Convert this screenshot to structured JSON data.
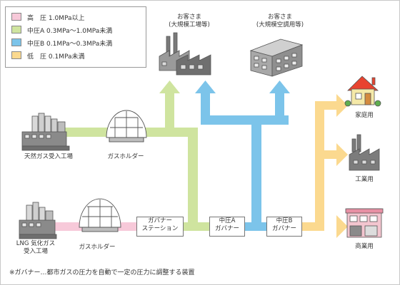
{
  "colors": {
    "high": "#f7c9d9",
    "medium_a": "#cfe49f",
    "medium_b": "#7cc4ea",
    "low": "#fbd98f",
    "outline": "#555555"
  },
  "legend": [
    {
      "label": "高　圧  1.0MPa以上",
      "color_key": "high"
    },
    {
      "label": "中圧A  0.3MPa〜1.0MPa未満",
      "color_key": "medium_a"
    },
    {
      "label": "中圧B  0.1MPa〜0.3MPa未満",
      "color_key": "medium_b"
    },
    {
      "label": "低　圧  0.1MPa未満",
      "color_key": "low"
    }
  ],
  "facilities": {
    "natural_gas_plant": "天然ガス受入工場",
    "gas_holder_top": "ガスホルダー",
    "lng_plant_line1": "LNG 気化ガス",
    "lng_plant_line2": "受入工場",
    "gas_holder_bottom": "ガスホルダー"
  },
  "stations": {
    "governor_station_line1": "ガバナー",
    "governor_station_line2": "ステーション",
    "medium_a_governor_line1": "中圧A",
    "medium_a_governor_line2": "ガバナー",
    "medium_b_governor_line1": "中圧B",
    "medium_b_governor_line2": "ガバナー"
  },
  "customers": {
    "large_factory_line1": "お客さま",
    "large_factory_line2": "(大規模工場等)",
    "large_ac_line1": "お客さま",
    "large_ac_line2": "(大規模空調用等)",
    "household": "家庭用",
    "industrial": "工業用",
    "commercial": "商業用"
  },
  "footnote": "※ガバナー…都市ガスの圧力を自動で一定の圧力に調整する装置"
}
